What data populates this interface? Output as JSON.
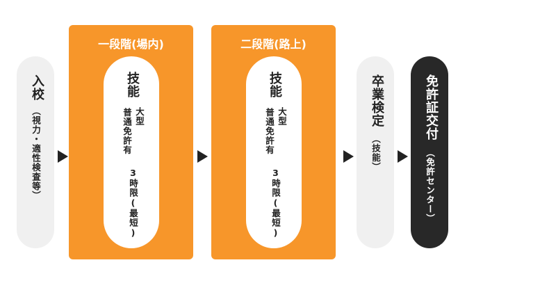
{
  "steps": {
    "enroll": {
      "title": "入校",
      "sub": "（視力・適性検査等）"
    },
    "stage1": {
      "header": "一段階(場内)",
      "title": "技能",
      "col1": "大型",
      "col2": "普通免許有",
      "col3": "3時限(最短)"
    },
    "stage2": {
      "header": "二段階(路上)",
      "title": "技能",
      "col1": "大型",
      "col2": "普通免許有",
      "col3": "3時限(最短)"
    },
    "exam": {
      "title": "卒業検定",
      "sub": "（技能）"
    },
    "license": {
      "title": "免許証交付",
      "sub": "（免許センター）"
    }
  },
  "colors": {
    "orange": "#f7962a",
    "grey": "#f0f0f0",
    "dark": "#282828"
  }
}
